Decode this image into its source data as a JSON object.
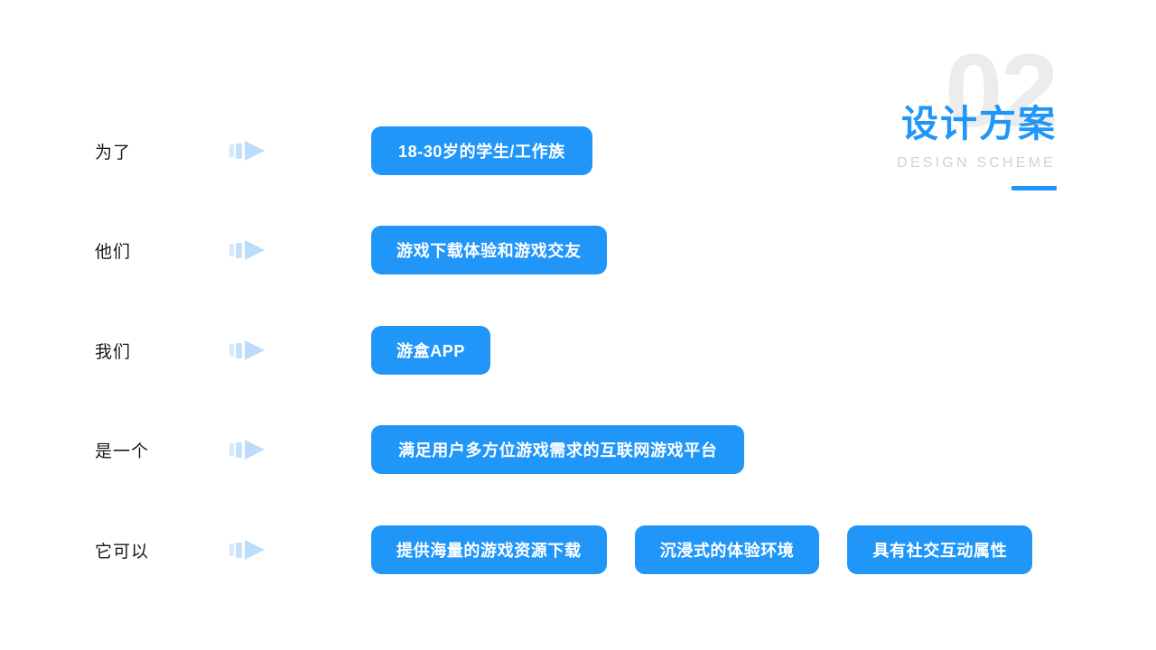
{
  "header": {
    "watermark": "02",
    "title": "设计方案",
    "subtitle": "DESIGN SCHEME",
    "accent_color": "#2196f9",
    "watermark_color": "#ececec",
    "subtitle_color": "#d2d2d2"
  },
  "rows": [
    {
      "label": "为了",
      "arrow_icon": "arrow-right-icon",
      "boxes": [
        "18-30岁的学生/工作族"
      ]
    },
    {
      "label": "他们",
      "arrow_icon": "arrow-right-icon",
      "boxes": [
        "游戏下载体验和游戏交友"
      ]
    },
    {
      "label": "我们",
      "arrow_icon": "arrow-right-icon",
      "boxes": [
        "游盒APP"
      ]
    },
    {
      "label": "是一个",
      "arrow_icon": "arrow-right-icon",
      "boxes": [
        "满足用户多方位游戏需求的互联网游戏平台"
      ]
    },
    {
      "label": "它可以",
      "arrow_icon": "arrow-right-icon",
      "boxes": [
        "提供海量的游戏资源下载",
        "沉浸式的体验环境",
        "具有社交互动属性"
      ]
    }
  ],
  "theme": {
    "pill_background": "#2196f9",
    "pill_text_color": "#ffffff",
    "page_background": "#ffffff",
    "label_color": "#1a1a1a",
    "arrow_color": "#bcdcfb"
  }
}
